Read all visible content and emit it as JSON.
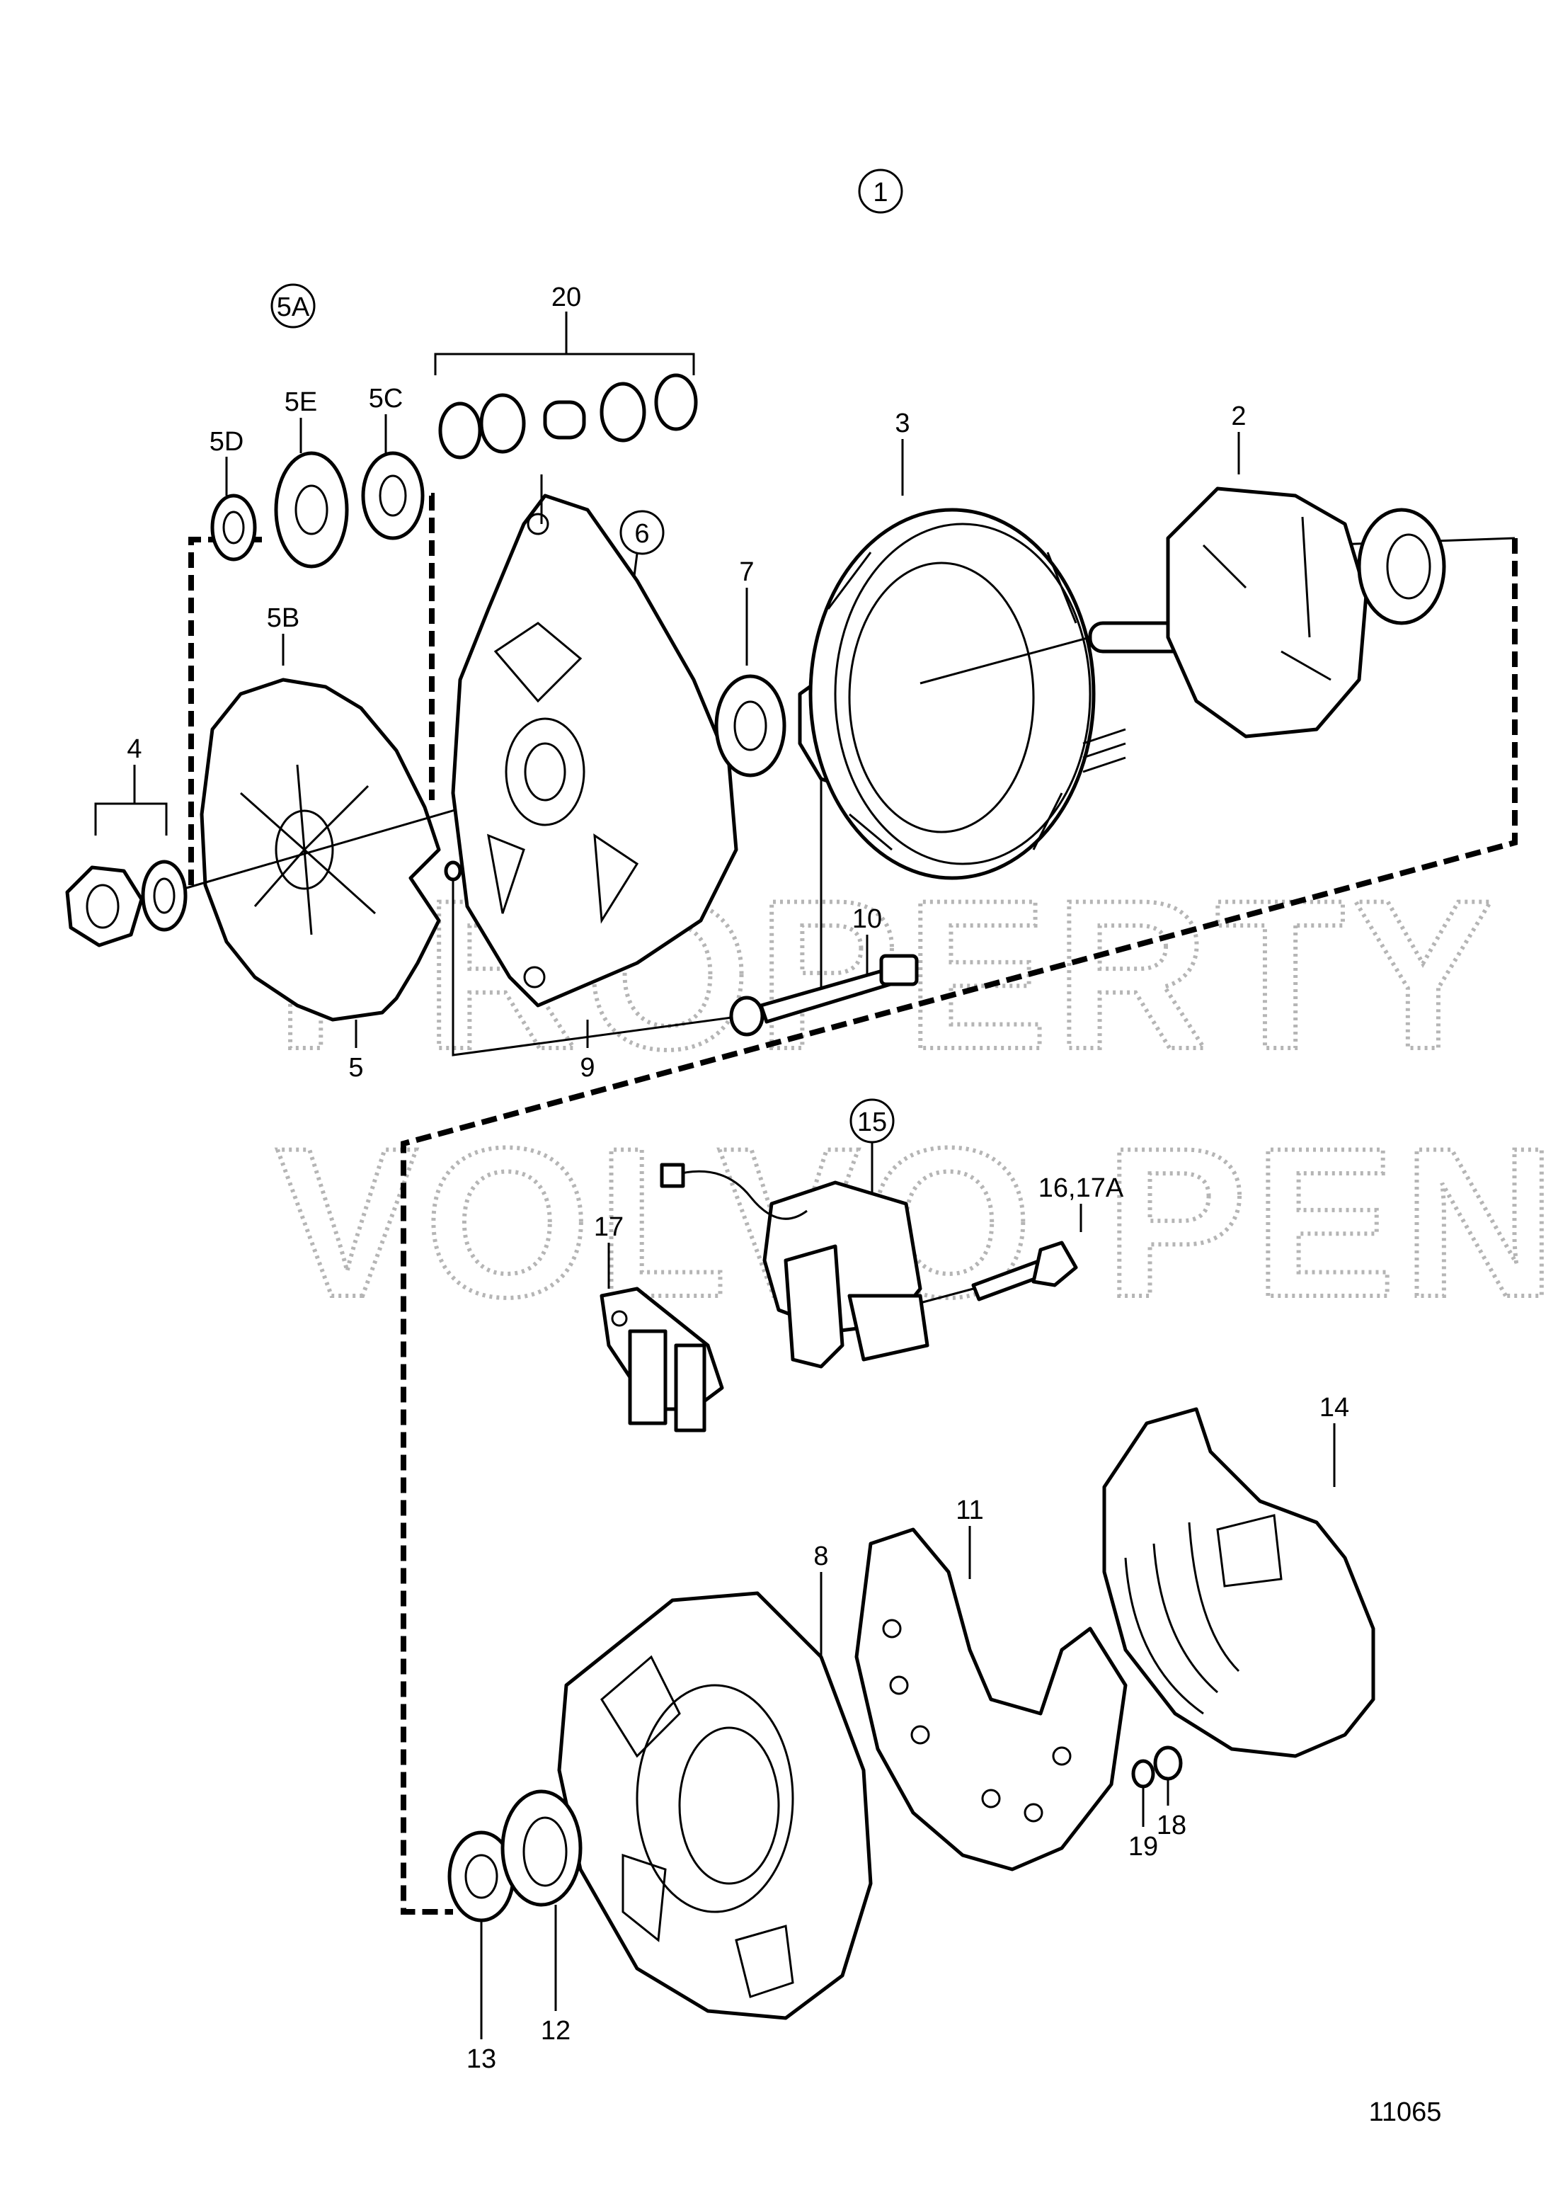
{
  "figure_number": "11065",
  "watermark": {
    "line1": "PROPERTY OF",
    "line2": "VOLVO PENTA"
  },
  "assembly_callout": "1",
  "group_callouts": {
    "g5A": "5A",
    "g6": "6",
    "g15": "15"
  },
  "labels": {
    "l2": "2",
    "l3": "3",
    "l4": "4",
    "l5": "5",
    "l5B": "5B",
    "l5C": "5C",
    "l5D": "5D",
    "l5E": "5E",
    "l7": "7",
    "l8": "8",
    "l9": "9",
    "l10": "10",
    "l11": "11",
    "l12": "12",
    "l13": "13",
    "l14": "14",
    "l16": "16,17A",
    "l17": "17",
    "l18": "18",
    "l19": "19",
    "l20": "20"
  }
}
